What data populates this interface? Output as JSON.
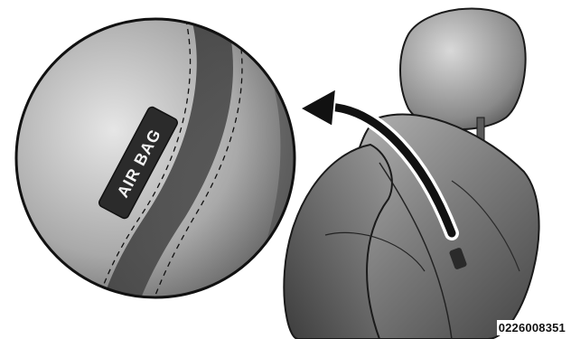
{
  "figure": {
    "callout_label": "AIR BAG",
    "figure_code": "0226008351"
  },
  "colors": {
    "background": "#ffffff",
    "seat_dark": "#3a3a3a",
    "seat_mid": "#7a7a7a",
    "seat_light": "#c8c8c8",
    "arrow": "#111111"
  },
  "icons": {
    "callout": "magnifier-circle",
    "arrow": "curved-arrow"
  }
}
